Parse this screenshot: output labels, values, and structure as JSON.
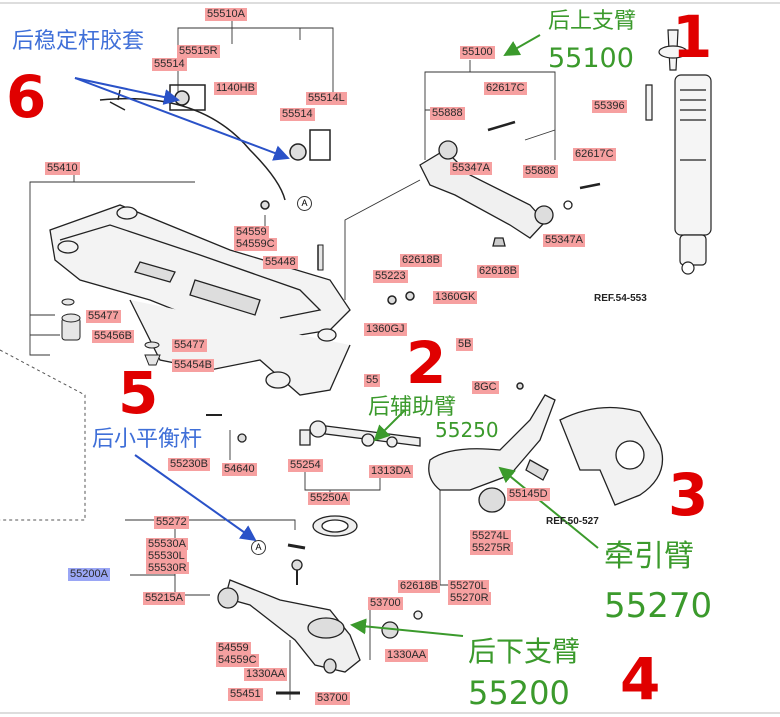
{
  "part_labels": {
    "p55510A": "55510A",
    "p55515R": "55515R",
    "p55514a": "55514",
    "p1140HB": "1140HB",
    "p55514L": "55514L",
    "p55514b": "55514",
    "p55410": "55410",
    "p54559": "54559",
    "p54559C": "54559C",
    "p55448": "55448",
    "p55477a": "55477",
    "p55456B": "55456B",
    "p55477b": "55477",
    "p55454B": "55454B",
    "p55100": "55100",
    "p62617Ca": "62617C",
    "p55888a": "55888",
    "p55347Aa": "55347A",
    "p55888b": "55888",
    "p62617Cb": "62617C",
    "p55347Ab": "55347A",
    "p62618Ba": "62618B",
    "p62618Bb": "62618B",
    "p55223": "55223",
    "p1360GK": "1360GK",
    "p1360GJ": "1360GJ",
    "p55396": "55396",
    "p55230B": "55230B",
    "p54640": "54640",
    "p55254": "55254",
    "p1313DA": "1313DA",
    "p55250A": "55250A",
    "p55145D": "55145D",
    "p55274L": "55274L",
    "p55275R": "55275R",
    "p55270L": "55270L",
    "p55270R": "55270R",
    "p55272": "55272",
    "p55530A": "55530A",
    "p55530L": "55530L",
    "p55530R": "55530R",
    "p55200A": "55200A",
    "p55215A": "55215A",
    "p62618Bc": "62618B",
    "p53700a": "53700",
    "p1330AA": "1330AA",
    "p54559b": "54559",
    "p54559Cb": "54559C",
    "p1330AAb": "1330AA",
    "p55451": "55451",
    "p53700b": "53700",
    "p55clip": "55",
    "p8GCclip": "8GC",
    "p5Bclip": "5B"
  },
  "refs": {
    "ref1": "REF.54-553",
    "ref2": "REF.50-527"
  },
  "circle_letter": "A",
  "callouts": {
    "c1": {
      "num": "1",
      "cn": "后上支臂",
      "code": "55100"
    },
    "c2": {
      "num": "2",
      "cn": "后辅助臂",
      "code": "55250"
    },
    "c3": {
      "num": "3",
      "cn": "牵引臂",
      "code": "55270"
    },
    "c4": {
      "num": "4",
      "cn": "后下支臂",
      "code": "55200"
    },
    "c5": {
      "num": "5",
      "cn": "后小平衡杆"
    },
    "c6": {
      "num": "6",
      "cn": "后稳定杆胶套"
    }
  },
  "colors": {
    "label_bg": "#f6a0a0",
    "label_bg_blue": "#9aa6f5",
    "big_number": "#e00000",
    "green_text": "#3b9a2c",
    "blue_text": "#3f6fd8"
  }
}
